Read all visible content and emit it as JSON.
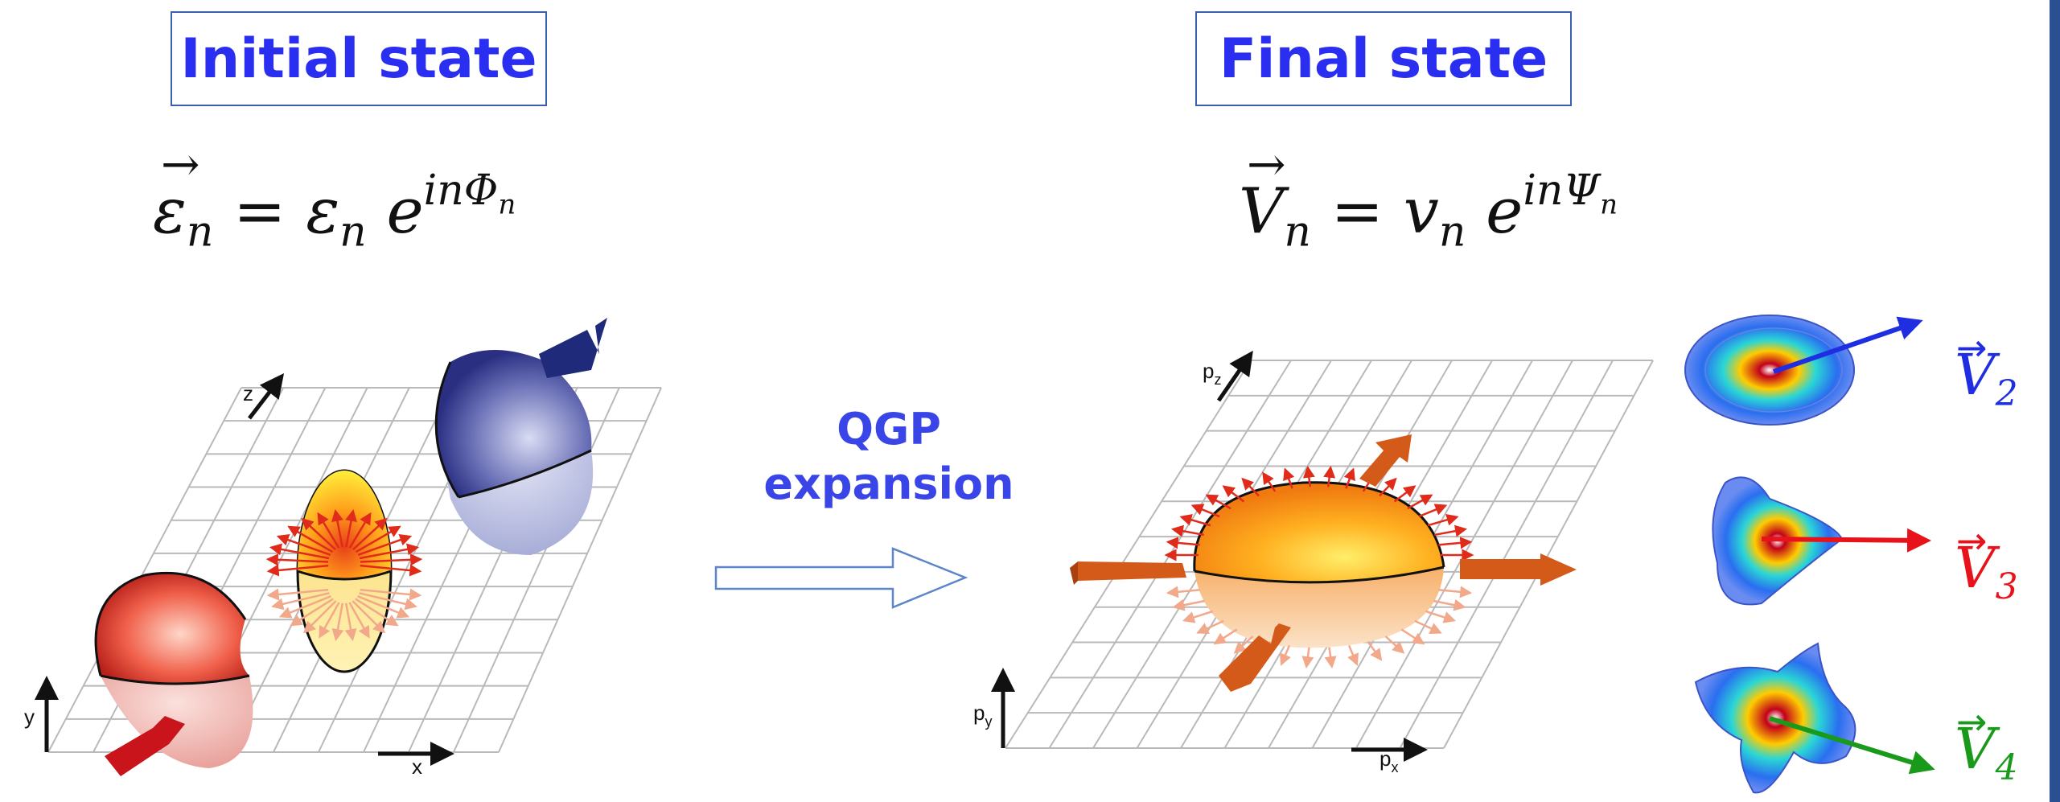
{
  "panels": {
    "initial": {
      "title": "Initial state"
    },
    "final": {
      "title": "Final state"
    }
  },
  "equations": {
    "initial": {
      "lhs_base": "ε",
      "lhs_sub": "n",
      "rhs_base": "ε",
      "rhs_sub": "n",
      "exp_base": "e",
      "exp": "inΦ",
      "exp_sub": "n"
    },
    "final": {
      "lhs_base": "V",
      "lhs_sub": "n",
      "rhs_base": "v",
      "rhs_sub": "n",
      "exp_base": "e",
      "exp": "inΨ",
      "exp_sub": "n"
    }
  },
  "transition": {
    "line1": "QGP",
    "line2": "expansion"
  },
  "axes": {
    "left": {
      "z": "z",
      "y": "y",
      "x": "x"
    },
    "right": {
      "pz": "p",
      "pz_sub": "z",
      "py": "p",
      "py_sub": "y",
      "px": "p",
      "px_sub": "x"
    }
  },
  "harmonics": [
    {
      "label": "V",
      "sub": "2",
      "color": "#1f2ee0"
    },
    {
      "label": "V",
      "sub": "3",
      "color": "#e8121b"
    },
    {
      "label": "V",
      "sub": "4",
      "color": "#1a9a1a"
    }
  ]
}
